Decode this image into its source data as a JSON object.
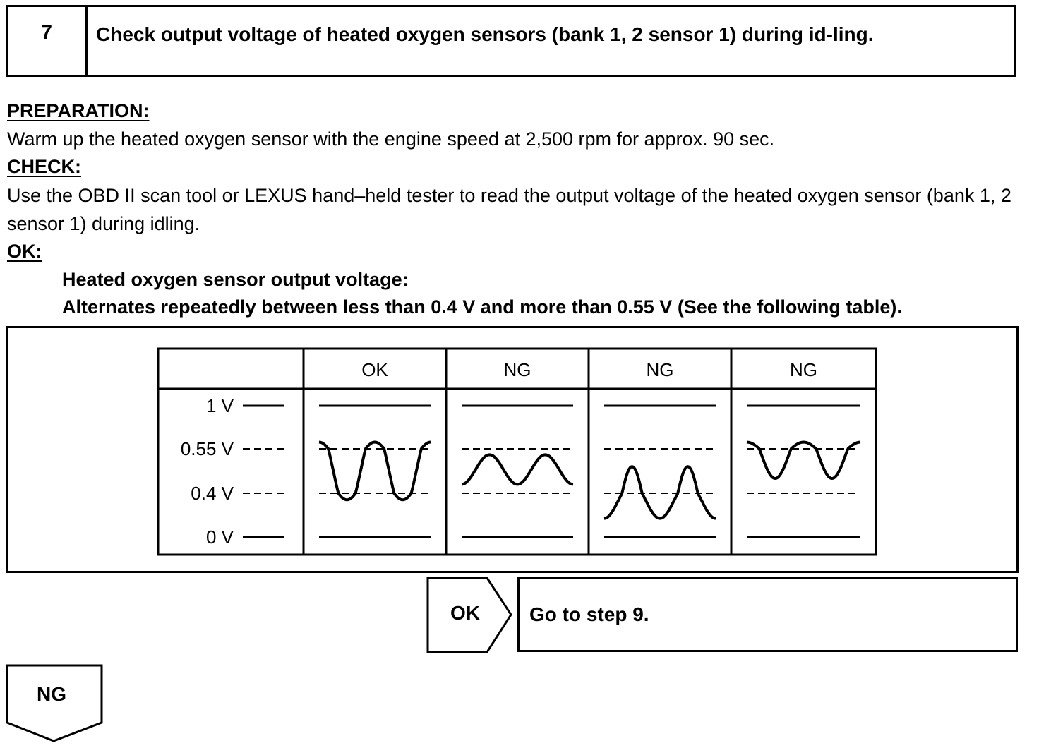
{
  "step": {
    "number": "7",
    "title": "Check output voltage of heated oxygen sensors (bank 1, 2 sensor 1) during id-ling."
  },
  "preparation": {
    "heading": "PREPARATION:",
    "text": "Warm up the heated oxygen sensor with the engine speed at 2,500 rpm for approx. 90 sec."
  },
  "check": {
    "heading": "CHECK:",
    "text": "Use the OBD II scan tool or LEXUS hand–held tester to read the output voltage of the heated oxygen sensor (bank 1, 2 sensor 1) during idling."
  },
  "ok_spec": {
    "heading": "OK:",
    "line1": "Heated oxygen sensor output voltage:",
    "line2": "Alternates repeatedly between less than 0.4 V and more than 0.55 V (See the following table)."
  },
  "table": {
    "columns": [
      "OK",
      "NG",
      "NG",
      "NG"
    ],
    "levels": [
      "1 V",
      "0.55 V",
      "0.4 V",
      "0 V"
    ]
  },
  "chart_data": {
    "type": "line",
    "levels": [
      1,
      0.55,
      0.4,
      0
    ],
    "level_labels": [
      "1 V",
      "0.55 V",
      "0.4 V",
      "0 V"
    ],
    "series": [
      {
        "name": "OK",
        "min": 0.34,
        "max": 0.62,
        "cycles": 2
      },
      {
        "name": "NG",
        "min": 0.43,
        "max": 0.53,
        "cycles": 2
      },
      {
        "name": "NG",
        "min": 0.17,
        "max": 0.49,
        "cycles": 2
      },
      {
        "name": "NG",
        "min": 0.45,
        "max": 0.62,
        "cycles": 2
      }
    ]
  },
  "result_ok": {
    "label": "OK",
    "text": "Go to step 9."
  },
  "result_ng": {
    "label": "NG"
  }
}
